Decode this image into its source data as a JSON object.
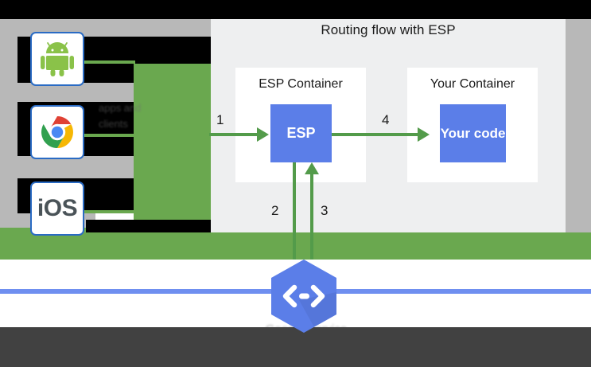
{
  "diagram": {
    "title": "Routing flow with ESP",
    "accent_green": "#6aa84f",
    "arrow_green": "#539b4a",
    "accent_blue": "#5b7ee8",
    "panel_bg": "#eeeff0",
    "gray_strip": "#b8b8b8",
    "bottom_band": "#414141"
  },
  "clients": [
    {
      "name": "Android",
      "icon": "android-icon"
    },
    {
      "name": "Chrome",
      "icon": "chrome-icon"
    },
    {
      "name": "iOS",
      "icon": "ios-icon",
      "label": "iOS"
    }
  ],
  "clients_caption": "apps and\nclients",
  "containers": [
    {
      "label": "ESP Container",
      "box_label": "ESP"
    },
    {
      "label": "Your Container",
      "box_label": "Your code"
    }
  ],
  "arrows": [
    {
      "number": "1",
      "from": "clients",
      "to": "ESP"
    },
    {
      "number": "2",
      "from": "ESP",
      "to": "Service Control"
    },
    {
      "number": "3",
      "from": "Service Control",
      "to": "ESP"
    },
    {
      "number": "4",
      "from": "ESP",
      "to": "Your code"
    }
  ],
  "service_control": {
    "icon": "code-brackets-hexagon-icon",
    "caption": "Google Service\nControl API"
  }
}
